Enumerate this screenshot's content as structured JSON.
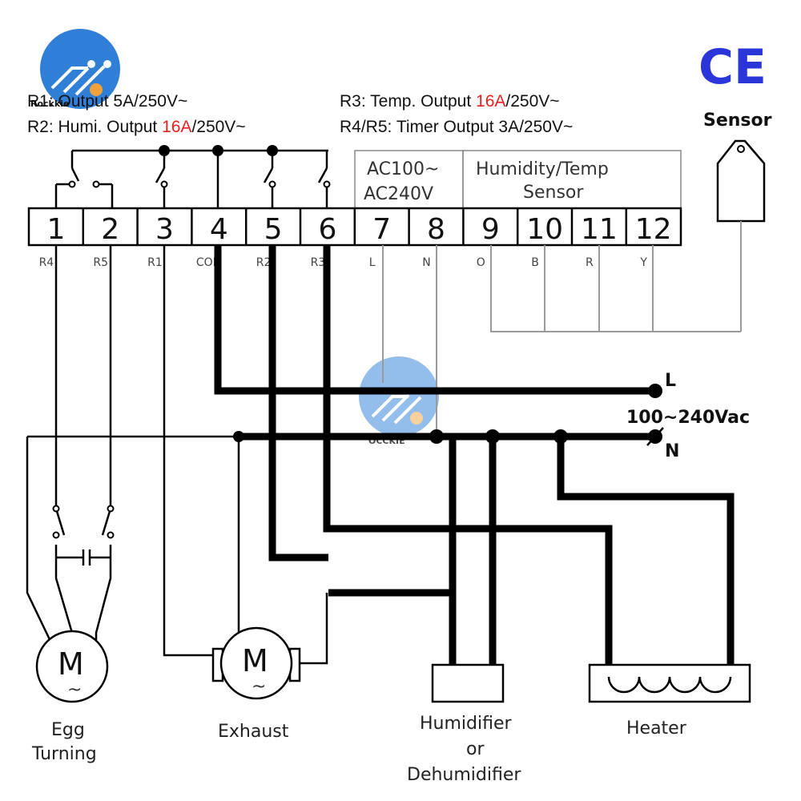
{
  "brand": {
    "watermark_text": "Rockkie",
    "watermark_text_2": "OCCKIE"
  },
  "ratings": {
    "r1_prefix": "R1: ",
    "r1_rest": "Output 5A/250V~",
    "r2_prefix": "R2: Humi. Output ",
    "r2_highlight": "16A",
    "r2_suffix": "/250V~",
    "r3_prefix": "R3: Temp. Output ",
    "r3_highlight": "16A",
    "r3_suffix": "/250V~",
    "r45_text": "R4/R5: Timer  Output 3A/250V~"
  },
  "certification": {
    "ce_mark": "CE"
  },
  "sensor": {
    "label": "Sensor"
  },
  "terminals": [
    {
      "number": "1",
      "label": "R4"
    },
    {
      "number": "2",
      "label": "R5"
    },
    {
      "number": "3",
      "label": "R1"
    },
    {
      "number": "4",
      "label": "COM"
    },
    {
      "number": "5",
      "label": "R2"
    },
    {
      "number": "6",
      "label": "R3"
    },
    {
      "number": "7",
      "label": "L"
    },
    {
      "number": "8",
      "label": "N"
    },
    {
      "number": "9",
      "label": "O"
    },
    {
      "number": "10",
      "label": "B"
    },
    {
      "number": "11",
      "label": "R"
    },
    {
      "number": "12",
      "label": "Y"
    }
  ],
  "power_box": {
    "line1": "AC100~",
    "line2": "AC240V"
  },
  "sensor_box": {
    "line1": "Humidity/Temp",
    "line2": "Sensor"
  },
  "mains": {
    "live_label": "L",
    "neutral_label": "N",
    "voltage": "100~240Vac"
  },
  "motors": {
    "symbol": "M",
    "tilde": "~"
  },
  "devices": {
    "egg_turning_1": "Egg",
    "egg_turning_2": "Turning",
    "exhaust": "Exhaust",
    "humidifier_1": "Humidifier",
    "humidifier_2": "or",
    "humidifier_3": "Dehumidifier",
    "heater": "Heater"
  },
  "colors": {
    "highlight": "#e8201f",
    "ce_blue": "#2b36d8",
    "wire": "#000000",
    "thin_wire": "#9a9a9a",
    "watermark_blue": "#2f7fd6"
  }
}
